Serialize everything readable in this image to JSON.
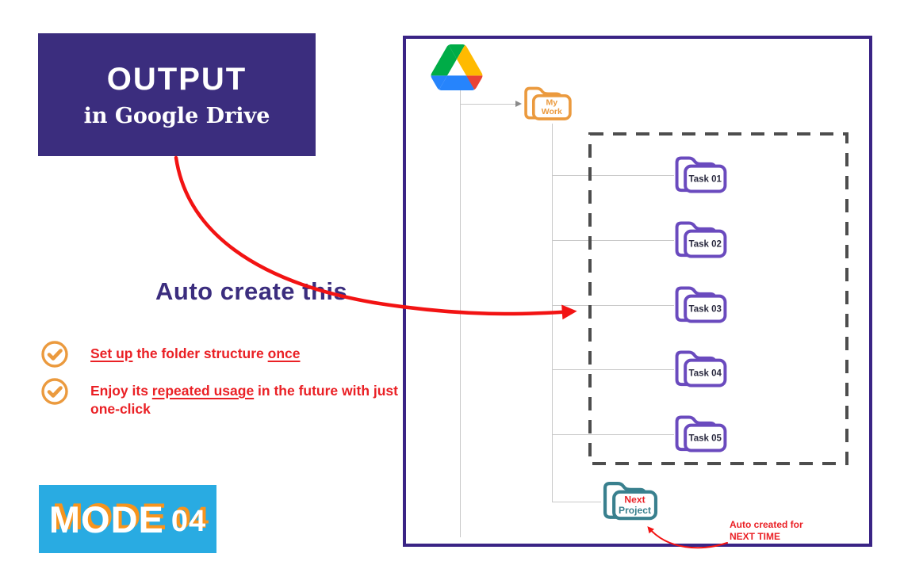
{
  "output_box": {
    "title": "OUTPUT",
    "subtitle": "in Google Drive"
  },
  "auto_create_label": "Auto create this",
  "checklist": {
    "item1": {
      "underlined1": "Set up",
      "middle": " the folder structure ",
      "underlined2": "once"
    },
    "item2": {
      "prefix": "Enjoy its ",
      "underlined": "repeated usage",
      "suffix": " in the future with just one-click"
    }
  },
  "mode_badge": {
    "word": "MODE",
    "number": "04"
  },
  "drive_panel": {
    "root_folder": {
      "line1": "My",
      "line2": "Work"
    },
    "tasks": [
      {
        "label": "Task 01"
      },
      {
        "label": "Task 02"
      },
      {
        "label": "Task 03"
      },
      {
        "label": "Task 04"
      },
      {
        "label": "Task 05"
      }
    ],
    "next_folder": {
      "line1": "Next",
      "line2": "Project"
    },
    "note": {
      "line1": "Auto created for",
      "line2": "NEXT TIME"
    }
  },
  "icons": {
    "drive_logo": "google-drive-triangle-logo",
    "checkmark": "orange-circle-checkmark",
    "folder": "double-outline-folder"
  },
  "colors": {
    "deep_purple": "#3b2d7e",
    "panel_border": "#3a2485",
    "folder_purple": "#6a4abe",
    "folder_orange": "#eb9a3e",
    "folder_teal": "#39808e",
    "red_text": "#ea2025",
    "red_arrow": "#f21313",
    "badge_blue": "#29abe2",
    "badge_shadow": "#f7941d",
    "connector_gray": "#c9c9c9",
    "dash_gray": "#4d4d4d",
    "label_dark": "#2b2b40",
    "drive_green": "#00ac47",
    "drive_yellow": "#ffba00",
    "drive_blue": "#2684fc",
    "drive_red": "#ea4335"
  }
}
